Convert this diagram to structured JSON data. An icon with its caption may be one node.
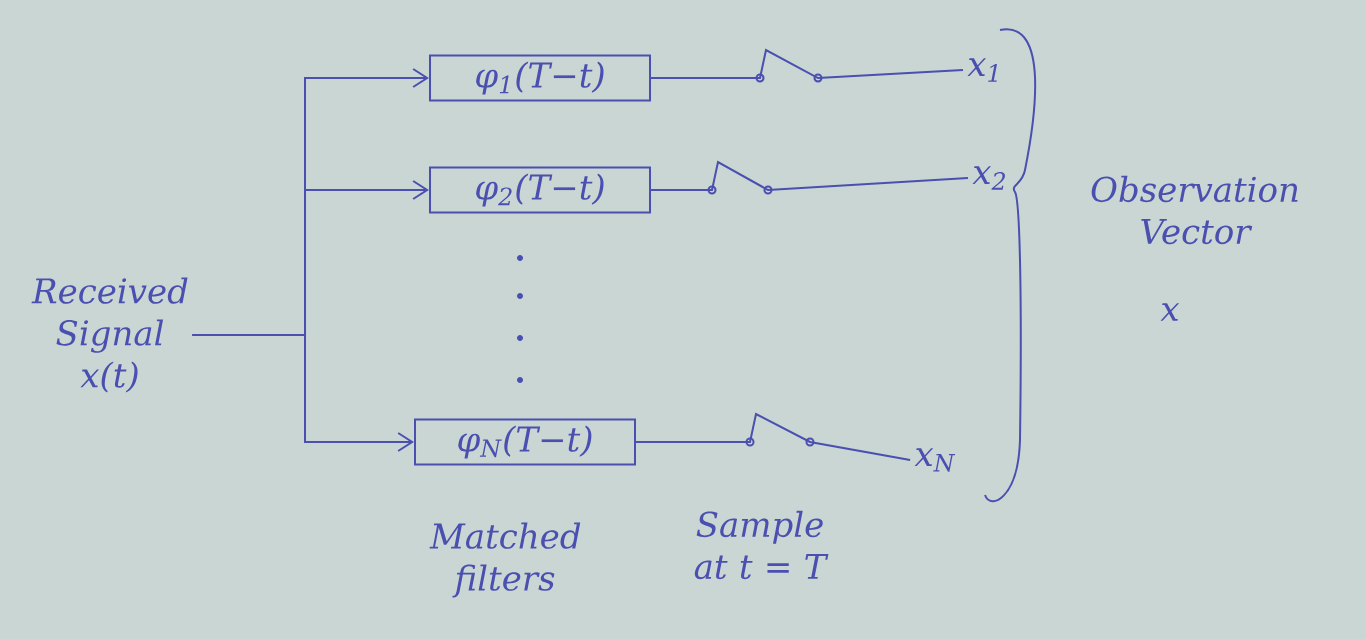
{
  "diagram": {
    "nodes": [
      {
        "text": [
          "Received Signal",
          "x(t)"
        ]
      },
      {
        "text": [
          "φ$_{1}$(T−t)"
        ]
      },
      {
        "text": [
          "φ$_{2}$(T−t)"
        ]
      },
      {
        "text": [
          "φ$_{N}$(T−t)"
        ]
      },
      {
        "text": [
          "x$_{1}$"
        ]
      },
      {
        "text": [
          "x$_{2}$"
        ]
      },
      {
        "text": [
          "x$_{N}$"
        ]
      }
    ],
    "edges": [
      {
        "from": 0,
        "to": 1,
        "arrow": "to"
      },
      {
        "from": 0,
        "to": 2,
        "arrow": "to"
      },
      {
        "from": 0,
        "to": 3,
        "arrow": "to"
      },
      {
        "from": 1,
        "to": 4,
        "arrow": "none"
      },
      {
        "from": 2,
        "to": 5,
        "arrow": "none"
      },
      {
        "from": 3,
        "to": 6,
        "arrow": "none"
      }
    ],
    "labels": [
      "Matched filters",
      "Sample at t = T",
      "Observation Vector",
      "x"
    ]
  }
}
